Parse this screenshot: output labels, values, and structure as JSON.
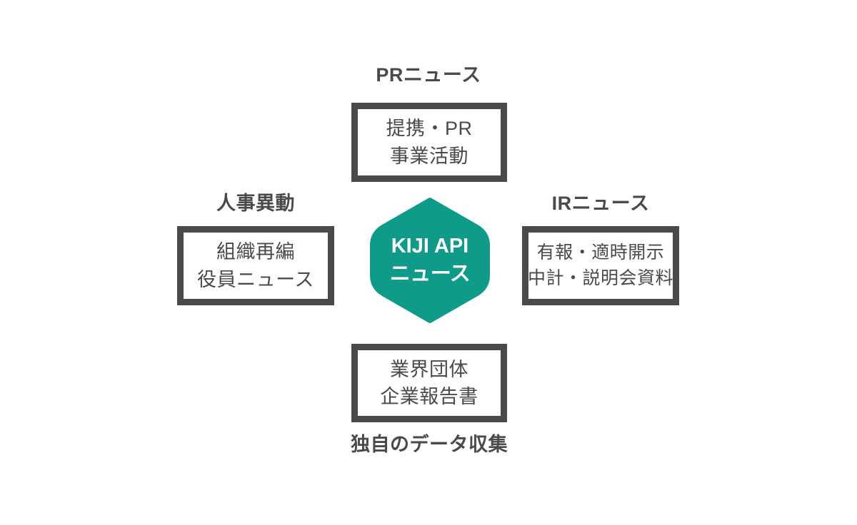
{
  "diagram": {
    "type": "hub-and-spoke",
    "background_color": "#ffffff",
    "hub": {
      "shape": "hexagon",
      "fill_color": "#0f9b8a",
      "text_color": "#ffffff",
      "lines": [
        "KIJI API",
        "ニュース"
      ]
    },
    "nodes": [
      {
        "id": "pr",
        "position": "top",
        "label": "PRニュース",
        "lines": [
          "提携・PR",
          "事業活動"
        ],
        "border_color": "#4a4a4a",
        "text_color": "#4a4a4a"
      },
      {
        "id": "hr",
        "position": "left",
        "label": "人事異動",
        "lines": [
          "組織再編",
          "役員ニュース"
        ],
        "border_color": "#4a4a4a",
        "text_color": "#4a4a4a"
      },
      {
        "id": "ir",
        "position": "right",
        "label": "IRニュース",
        "lines": [
          "有報・適時開示",
          "中計・説明会資料"
        ],
        "border_color": "#4a4a4a",
        "text_color": "#4a4a4a"
      },
      {
        "id": "original",
        "position": "bottom",
        "label": "独自のデータ収集",
        "lines": [
          "業界団体",
          "企業報告書"
        ],
        "border_color": "#4a4a4a",
        "text_color": "#4a4a4a"
      }
    ]
  }
}
